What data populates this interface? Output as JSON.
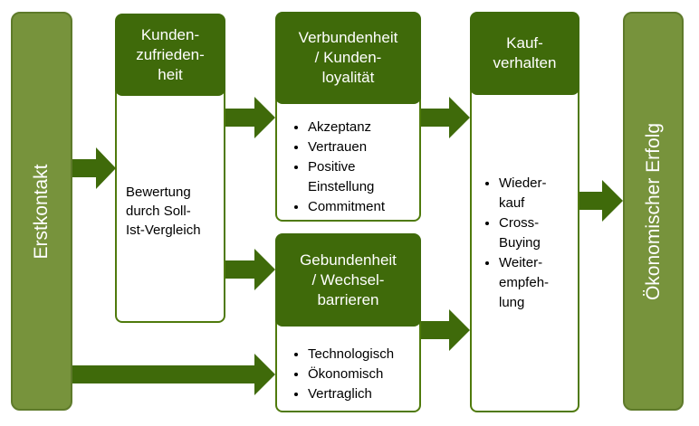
{
  "left_bar": {
    "label": "Erstkontakt"
  },
  "right_bar": {
    "label": "Ökonomischer Erfolg"
  },
  "box_satisfaction": {
    "title": "Kunden-\nzufrieden-\nheit",
    "body": "Bewertung\ndurch Soll-\nIst-Vergleich"
  },
  "box_loyalty": {
    "title": "Verbundenheit\n/ Kunden-\nloyalität",
    "items": [
      "Akzeptanz",
      "Vertrauen",
      "Positive\nEinstellung",
      "Commitment"
    ]
  },
  "box_lockin": {
    "title": "Gebundenheit\n/ Wechsel-\nbarrieren",
    "items": [
      "Technologisch",
      "Ökonomisch",
      "Vertraglich"
    ]
  },
  "box_behavior": {
    "title": "Kauf-\nverhalten",
    "items": [
      "Wieder-\nkauf",
      "Cross-\nBuying",
      "Weiter-\nempfeh-\nlung"
    ]
  },
  "colors": {
    "header_green": "#3f6a0a",
    "side_green": "#77933c",
    "arrow_green": "#3f6a0a"
  }
}
